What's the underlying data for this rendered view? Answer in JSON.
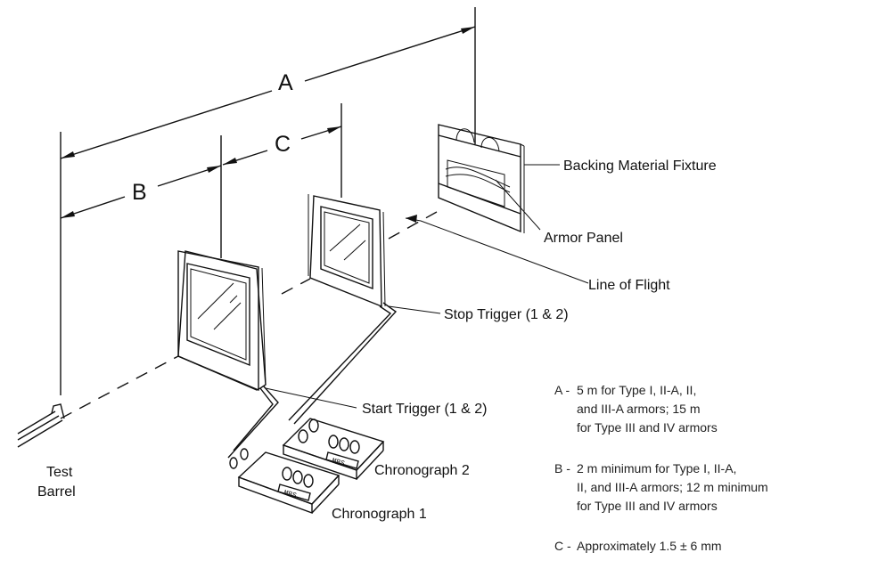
{
  "dimensions": {
    "a": "A",
    "b": "B",
    "c": "C"
  },
  "components": {
    "backing_fixture": "Backing Material Fixture",
    "armor_panel": "Armor Panel",
    "line_of_flight": "Line of Flight",
    "stop_trigger": "Stop Trigger (1 & 2)",
    "start_trigger": "Start Trigger (1 & 2)",
    "chronograph_1": "Chronograph 1",
    "chronograph_2": "Chronograph 2",
    "test_barrel": [
      "Test",
      "Barrel"
    ],
    "chrono_display": "MBS"
  },
  "legend": [
    {
      "key": "A -",
      "lines": [
        "5 m for Type I, II-A, II,",
        "and III-A armors; 15 m",
        "for Type III and IV armors"
      ]
    },
    {
      "key": "B -",
      "lines": [
        "2 m minimum for Type I, II-A,",
        "II, and III-A armors; 12 m minimum",
        "for Type III and IV armors"
      ]
    },
    {
      "key": "C -",
      "lines": [
        "Approximately 1.5 ± 6 mm"
      ]
    }
  ]
}
